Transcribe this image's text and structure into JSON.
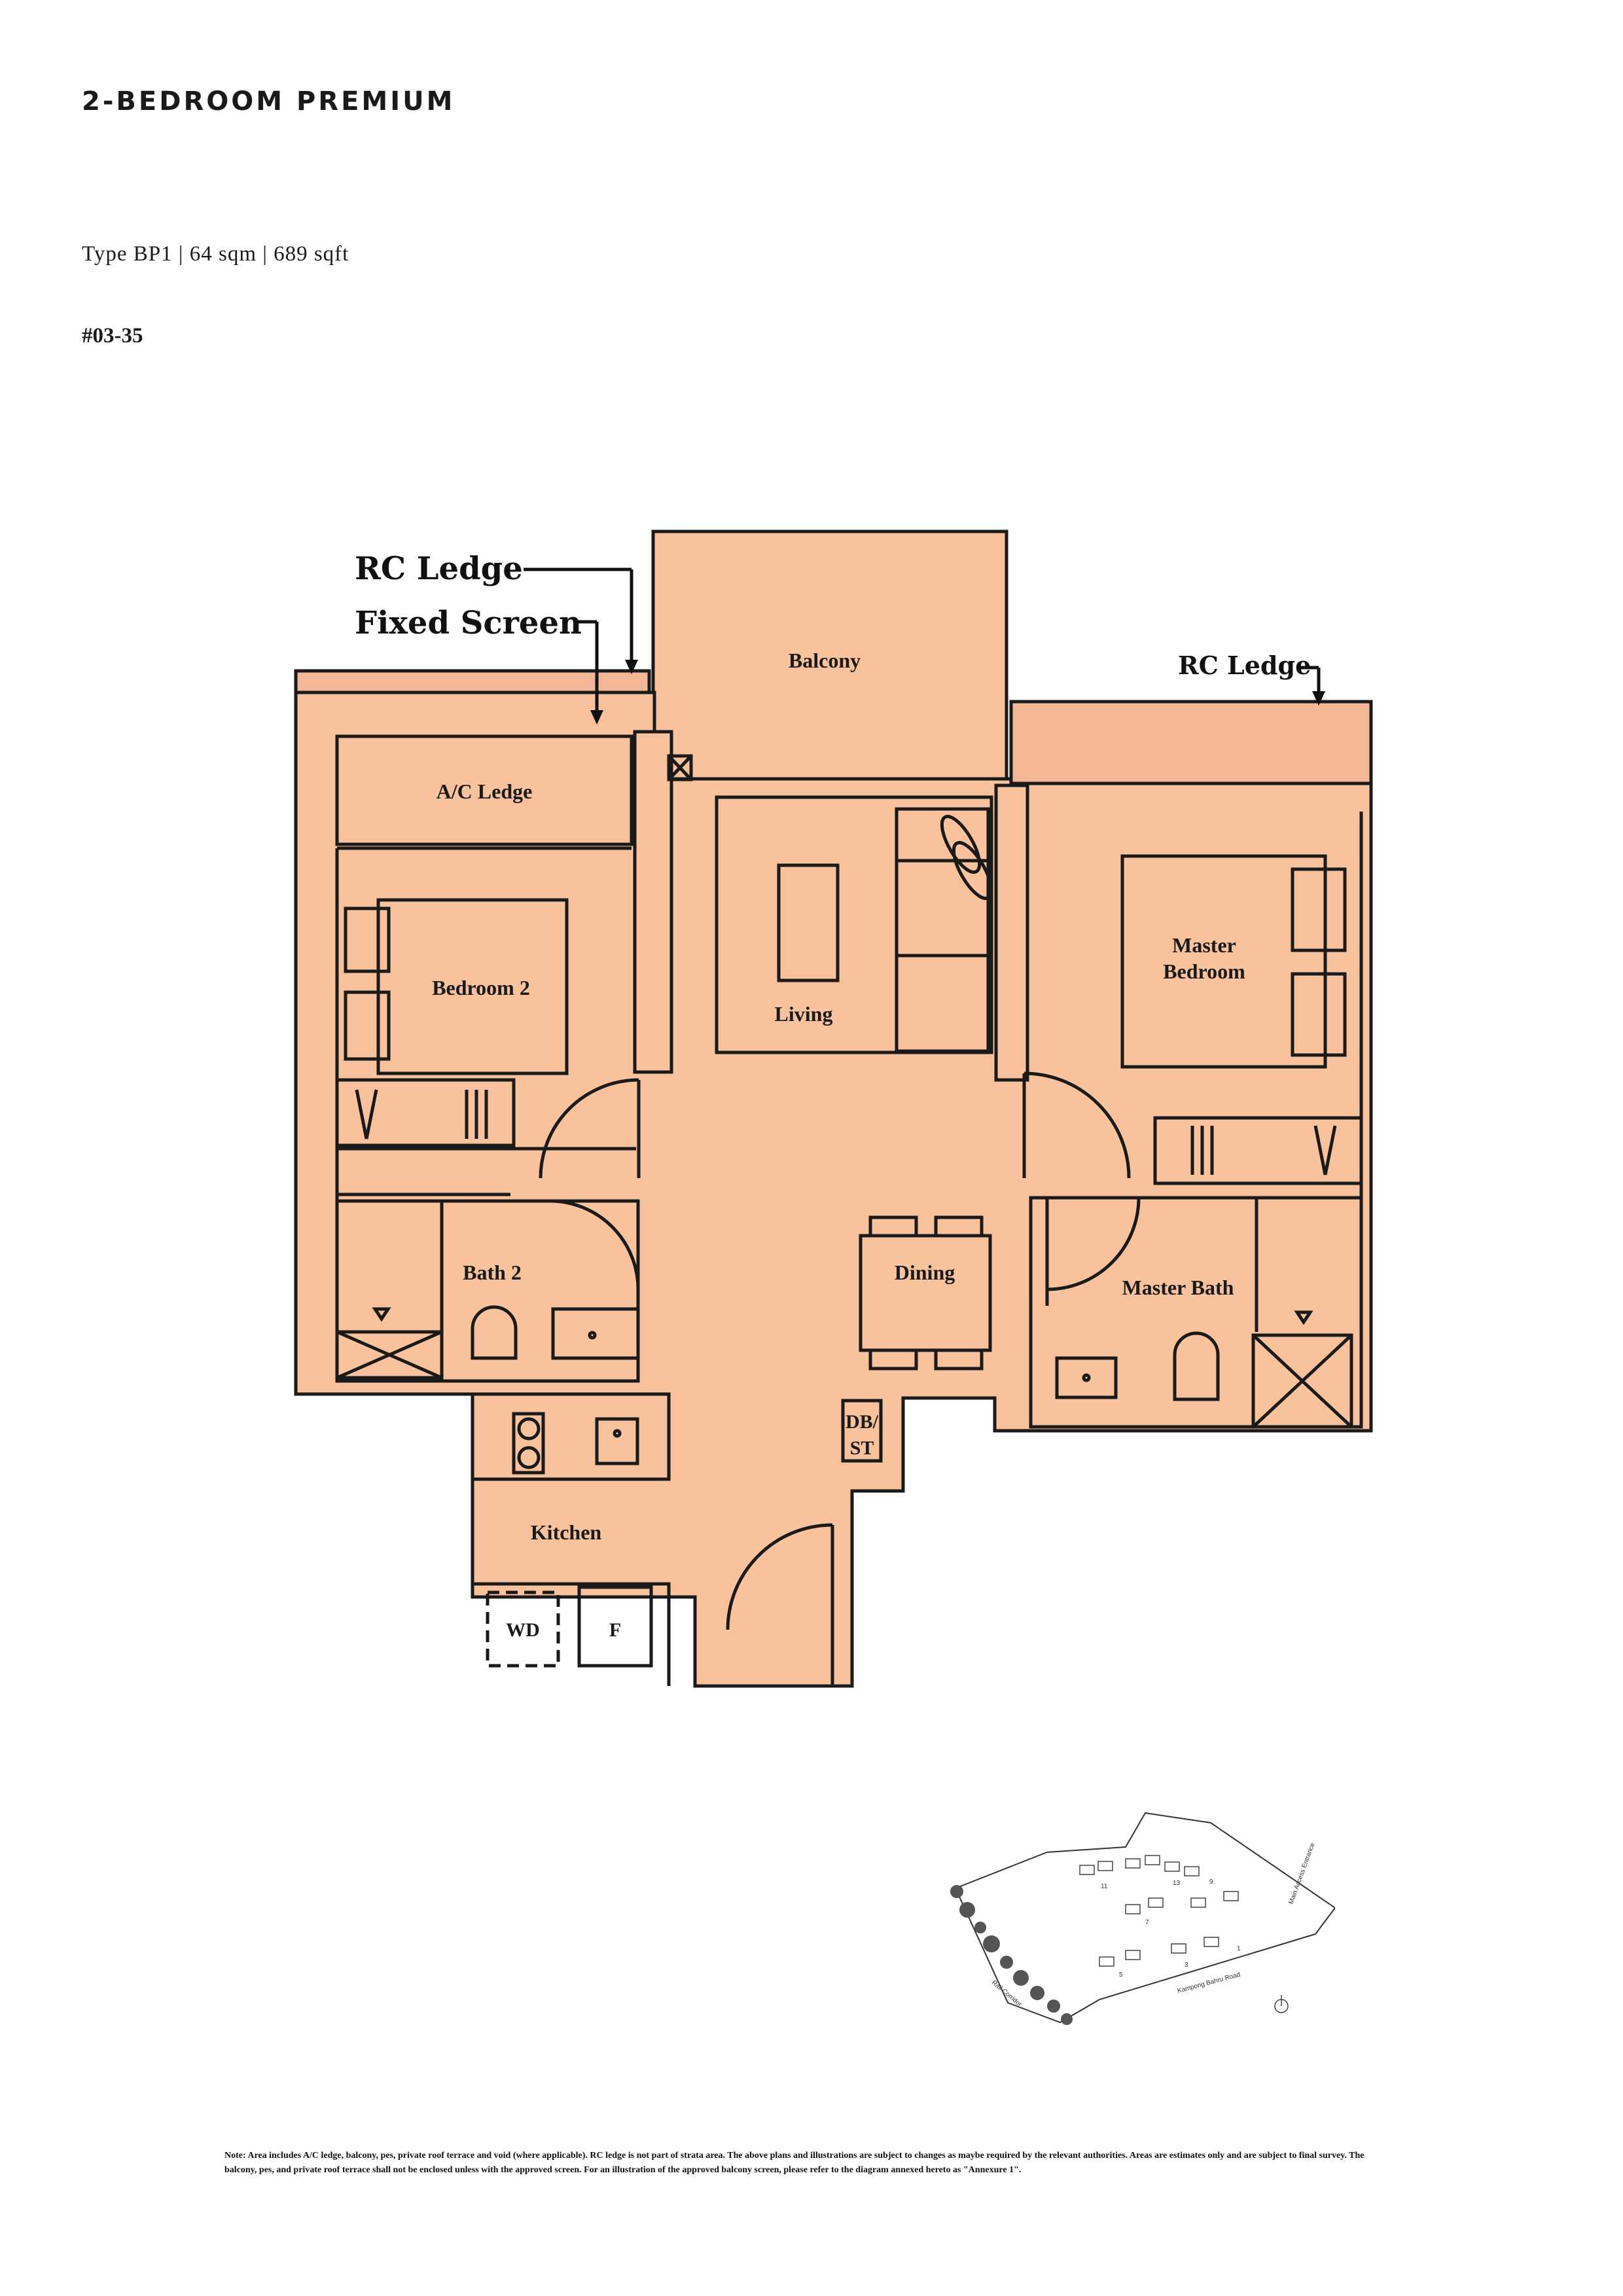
{
  "header": {
    "title": "2-BEDROOM PREMIUM",
    "unit_type": "Type BP1 | 64 sqm | 689 sqft",
    "unit_number": "#03-35"
  },
  "rooms": {
    "balcony": "Balcony",
    "ac_ledge": "A/C Ledge",
    "bedroom2": "Bedroom 2",
    "living": "Living",
    "master_bedroom_1": "Master",
    "master_bedroom_2": "Bedroom",
    "bath2": "Bath 2",
    "dining": "Dining",
    "master_bath": "Master Bath",
    "db_1": "DB/",
    "db_2": "ST",
    "kitchen": "Kitchen",
    "wd": "WD",
    "fridge": "F"
  },
  "callouts": {
    "rc_ledge_left": "RC Ledge",
    "fixed_screen": "Fixed Screen",
    "rc_ledge_right": "RC Ledge"
  },
  "site_plan": {
    "blocks": [
      "11",
      "13",
      "9",
      "7",
      "5",
      "3",
      "1"
    ],
    "roads": [
      "Rail Corridor",
      "Kampong Bahru Road",
      "Main Access Entrance"
    ]
  },
  "note": "Note: Area includes A/C ledge, balcony, pes, private roof terrace and void (where applicable). RC ledge is not part of strata area. The above plans and illustrations are subject to changes as maybe required by the relevant authorities. Areas are estimates only and are subject to final survey. The balcony, pes, and private roof terrace shall not be enclosed unless with the approved screen. For an illustration of the approved balcony screen, please refer to the diagram annexed hereto as \"Annexure 1\".",
  "colors": {
    "floor": "#f7c29c",
    "wall": "#1a1a1a",
    "ledge": "#f3b795"
  }
}
